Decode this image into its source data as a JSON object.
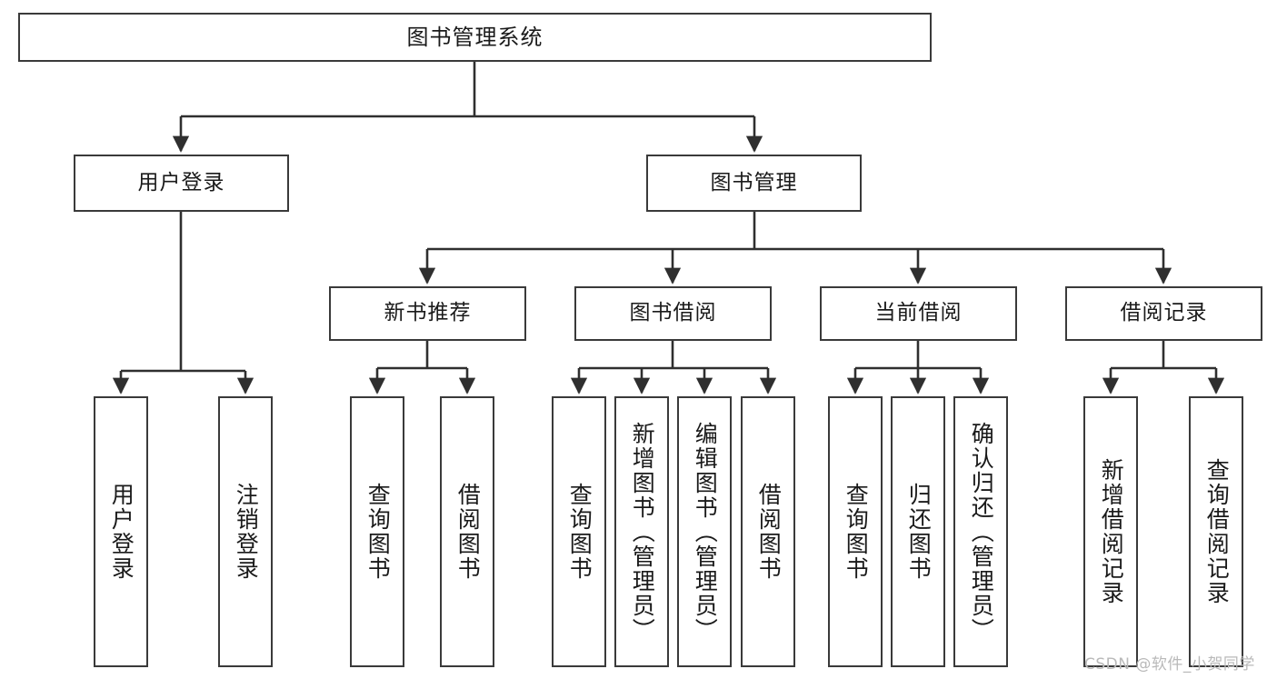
{
  "diagram": {
    "title": "图书管理系统",
    "type": "tree-hierarchy-chart",
    "orientation": "top-down",
    "colors": {
      "box_border": "#3a3a3a",
      "box_fill": "#ffffff",
      "edge": "#2f2f2f",
      "text": "#1a1a1a",
      "watermark": "#b9b9b9",
      "background": "#ffffff"
    }
  },
  "nodes": {
    "root": {
      "label": "图书管理系统",
      "level": 1
    },
    "level2": [
      {
        "id": "user-login",
        "label": "用户登录"
      },
      {
        "id": "book-management",
        "label": "图书管理"
      }
    ],
    "level3": [
      {
        "id": "new-book-recommend",
        "label": "新书推荐",
        "parent": "book-management"
      },
      {
        "id": "book-borrow",
        "label": "图书借阅",
        "parent": "book-management"
      },
      {
        "id": "current-borrow",
        "label": "当前借阅",
        "parent": "book-management"
      },
      {
        "id": "borrow-record",
        "label": "借阅记录",
        "parent": "book-management"
      }
    ],
    "leaves": [
      {
        "id": "leaf-user-login",
        "label": "用户登录",
        "parent": "user-login"
      },
      {
        "id": "leaf-logout-login",
        "label": "注销登录",
        "parent": "user-login"
      },
      {
        "id": "leaf-query-book-1",
        "label": "查询图书",
        "parent": "new-book-recommend"
      },
      {
        "id": "leaf-borrow-book-1",
        "label": "借阅图书",
        "parent": "new-book-recommend"
      },
      {
        "id": "leaf-query-book-2",
        "label": "查询图书",
        "parent": "book-borrow"
      },
      {
        "id": "leaf-add-book",
        "label": "新增图书（管理员）",
        "parent": "book-borrow"
      },
      {
        "id": "leaf-edit-book",
        "label": "编辑图书（管理员）",
        "parent": "book-borrow"
      },
      {
        "id": "leaf-borrow-book-2",
        "label": "借阅图书",
        "parent": "book-borrow"
      },
      {
        "id": "leaf-query-book-3",
        "label": "查询图书",
        "parent": "current-borrow"
      },
      {
        "id": "leaf-return-book",
        "label": "归还图书",
        "parent": "current-borrow"
      },
      {
        "id": "leaf-confirm-return",
        "label": "确认归还（管理员）",
        "parent": "current-borrow"
      },
      {
        "id": "leaf-add-record",
        "label": "新增借阅记录",
        "parent": "borrow-record"
      },
      {
        "id": "leaf-query-record",
        "label": "查询借阅记录",
        "parent": "borrow-record"
      }
    ]
  },
  "watermark": {
    "text": "CSDN @软件_小贺同学"
  }
}
